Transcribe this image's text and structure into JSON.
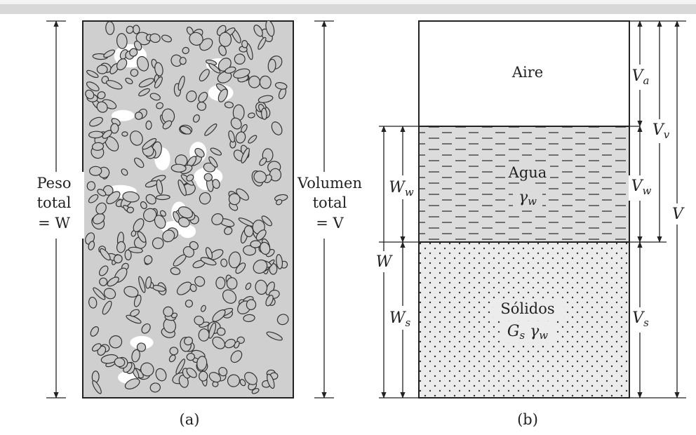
{
  "panel_a": {
    "left_label": [
      "Peso",
      "total",
      "= W"
    ],
    "right_label": [
      "Volumen",
      "total",
      "= V"
    ],
    "caption": "(a)"
  },
  "panel_b": {
    "phases": [
      {
        "name": "Aire",
        "sub": ""
      },
      {
        "name": "Agua",
        "sub": "γw"
      },
      {
        "name": "Sólidos",
        "sub": "Gs γw"
      }
    ],
    "weights": {
      "Ww": "Ww",
      "W": "W",
      "Ws": "Ws"
    },
    "volumes": {
      "Va": "Va",
      "Vv": "Vv",
      "Vw": "Vw",
      "V": "V",
      "Vs": "Vs"
    },
    "caption": "(b)"
  }
}
